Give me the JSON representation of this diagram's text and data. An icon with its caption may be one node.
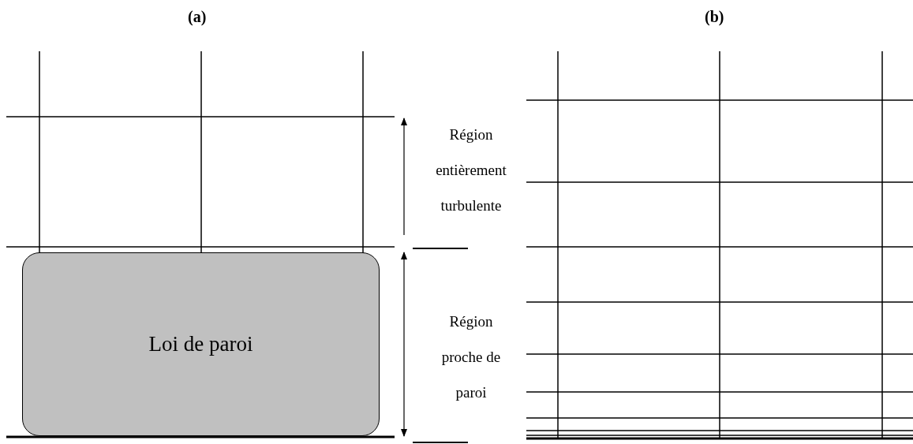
{
  "diagram": {
    "nodes": [
      {
        "text": [
          "Loi de paroi"
        ]
      }
    ],
    "labels": [
      "(a)",
      "(b)",
      "Région entièrement turbulente",
      "Région proche de paroi"
    ]
  }
}
